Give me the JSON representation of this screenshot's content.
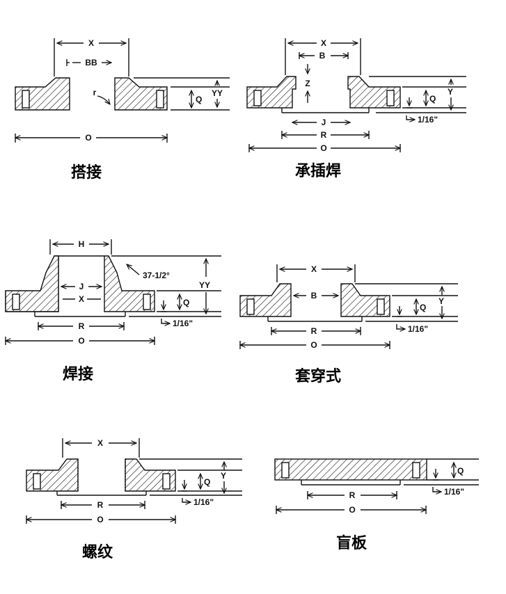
{
  "panels": [
    {
      "key": "lap_joint",
      "caption": "搭接",
      "dims": {
        "x": "X",
        "bb": "BB",
        "r": "r",
        "q": "Q",
        "yy": "YY",
        "o": "O"
      }
    },
    {
      "key": "socket_weld",
      "caption": "承插焊",
      "dims": {
        "x": "X",
        "b": "B",
        "z": "Z",
        "j": "J",
        "r": "R",
        "o": "O",
        "q": "Q",
        "y": "Y",
        "raised": "1/16\""
      }
    },
    {
      "key": "weld_neck",
      "caption": "焊接",
      "dims": {
        "h": "H",
        "angle": "37-1/2°",
        "j": "J",
        "x": "X",
        "r": "R",
        "o": "O",
        "q": "Q",
        "yy": "YY",
        "raised": "1/16\""
      }
    },
    {
      "key": "slip_on",
      "caption": "套穿式",
      "dims": {
        "x": "X",
        "b": "B",
        "r": "R",
        "o": "O",
        "q": "Q",
        "y": "Y",
        "raised": "1/16\""
      }
    },
    {
      "key": "threaded",
      "caption": "螺纹",
      "dims": {
        "x": "X",
        "r": "R",
        "o": "O",
        "q": "Q",
        "y": "Y",
        "raised": "1/16\""
      }
    },
    {
      "key": "blind",
      "caption": "盲板",
      "dims": {
        "r": "R",
        "o": "O",
        "q": "Q",
        "raised": "1/16\""
      }
    }
  ]
}
